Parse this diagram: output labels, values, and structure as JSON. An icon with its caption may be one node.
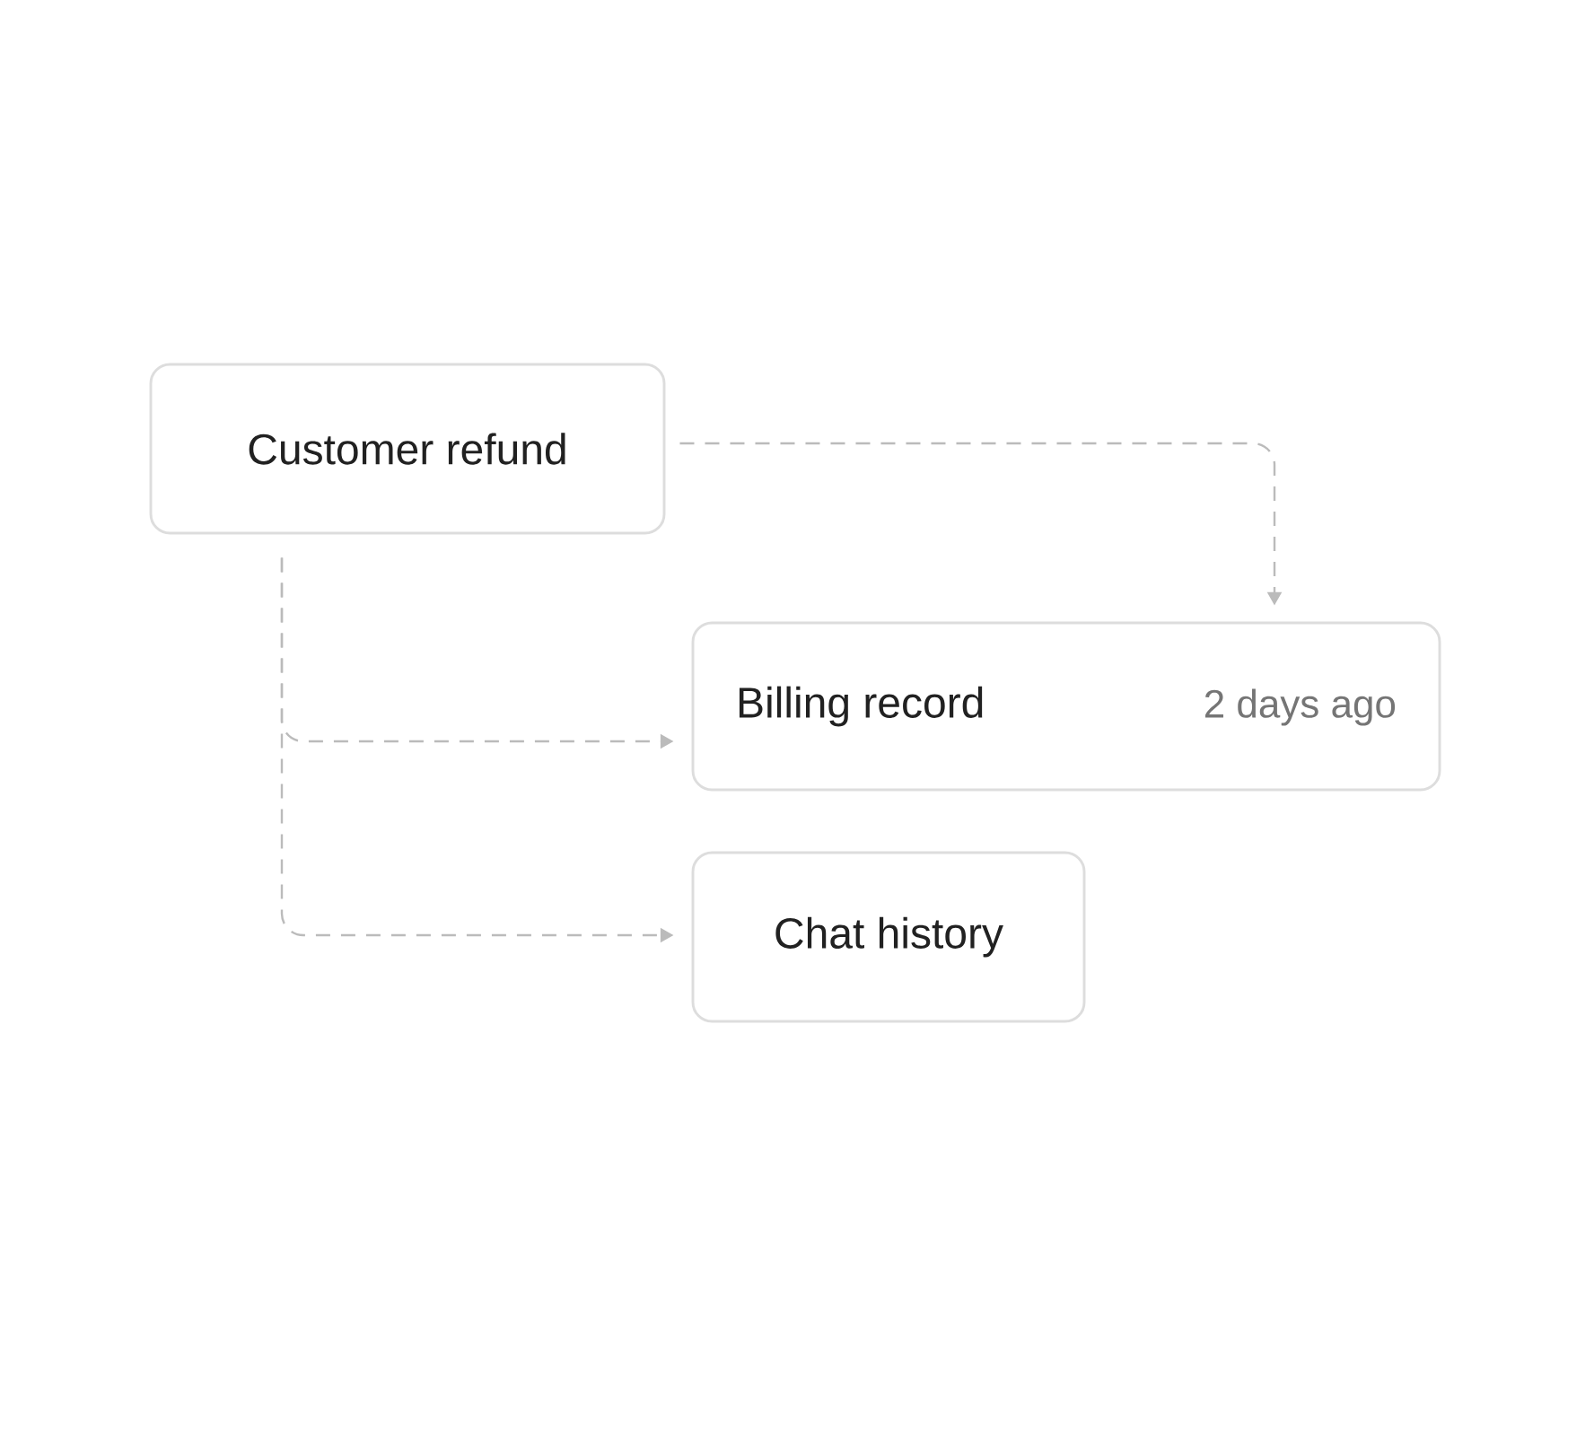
{
  "diagram": {
    "nodes": [
      {
        "text": [
          "Customer refund"
        ]
      },
      {
        "text": [
          "Billing record",
          "2 days ago"
        ]
      },
      {
        "text": [
          "Chat history"
        ]
      }
    ],
    "edges": [
      {
        "from": 0,
        "to": 1,
        "arrow": "to",
        "style": "dashed"
      },
      {
        "from": 0,
        "to": 1,
        "arrow": "to",
        "style": "dashed"
      },
      {
        "from": 0,
        "to": 2,
        "arrow": "to",
        "style": "dashed"
      }
    ]
  }
}
